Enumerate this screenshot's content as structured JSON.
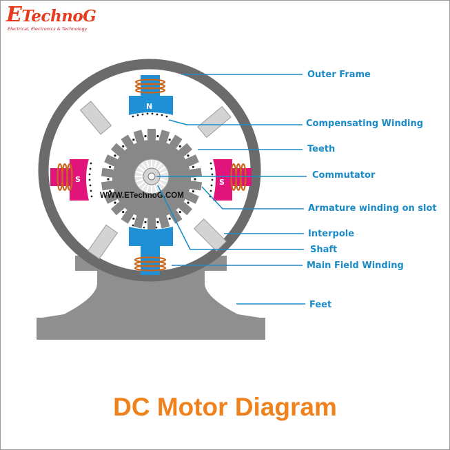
{
  "logo": {
    "brand_initial": "E",
    "brand_rest": "TechnoG",
    "tagline": "Electrical, Electronics & Technology"
  },
  "title": "DC Motor Diagram",
  "watermark": "WWW.ETechnoG.COM",
  "poles": {
    "north": "N",
    "south_left": "S",
    "south_right": "S"
  },
  "labels": {
    "outer_frame": "Outer Frame",
    "compensating_winding": "Compensating Winding",
    "teeth": "Teeth",
    "commutator": "Commutator",
    "armature_winding": "Armature winding on slot",
    "interpole": "Interpole",
    "shaft": "Shaft",
    "main_field_winding": "Main Field Winding",
    "feet": "Feet"
  },
  "colors": {
    "callout": "#1a8bc7",
    "frame": "#6b6b6b",
    "iron": "#8c8c8c",
    "north_pole": "#1f8fd6",
    "south_pole": "#e0147a",
    "winding": "#c8661c",
    "interpole": "#d0d0d0",
    "title": "#f0821e",
    "logo": "#e83a1e"
  }
}
